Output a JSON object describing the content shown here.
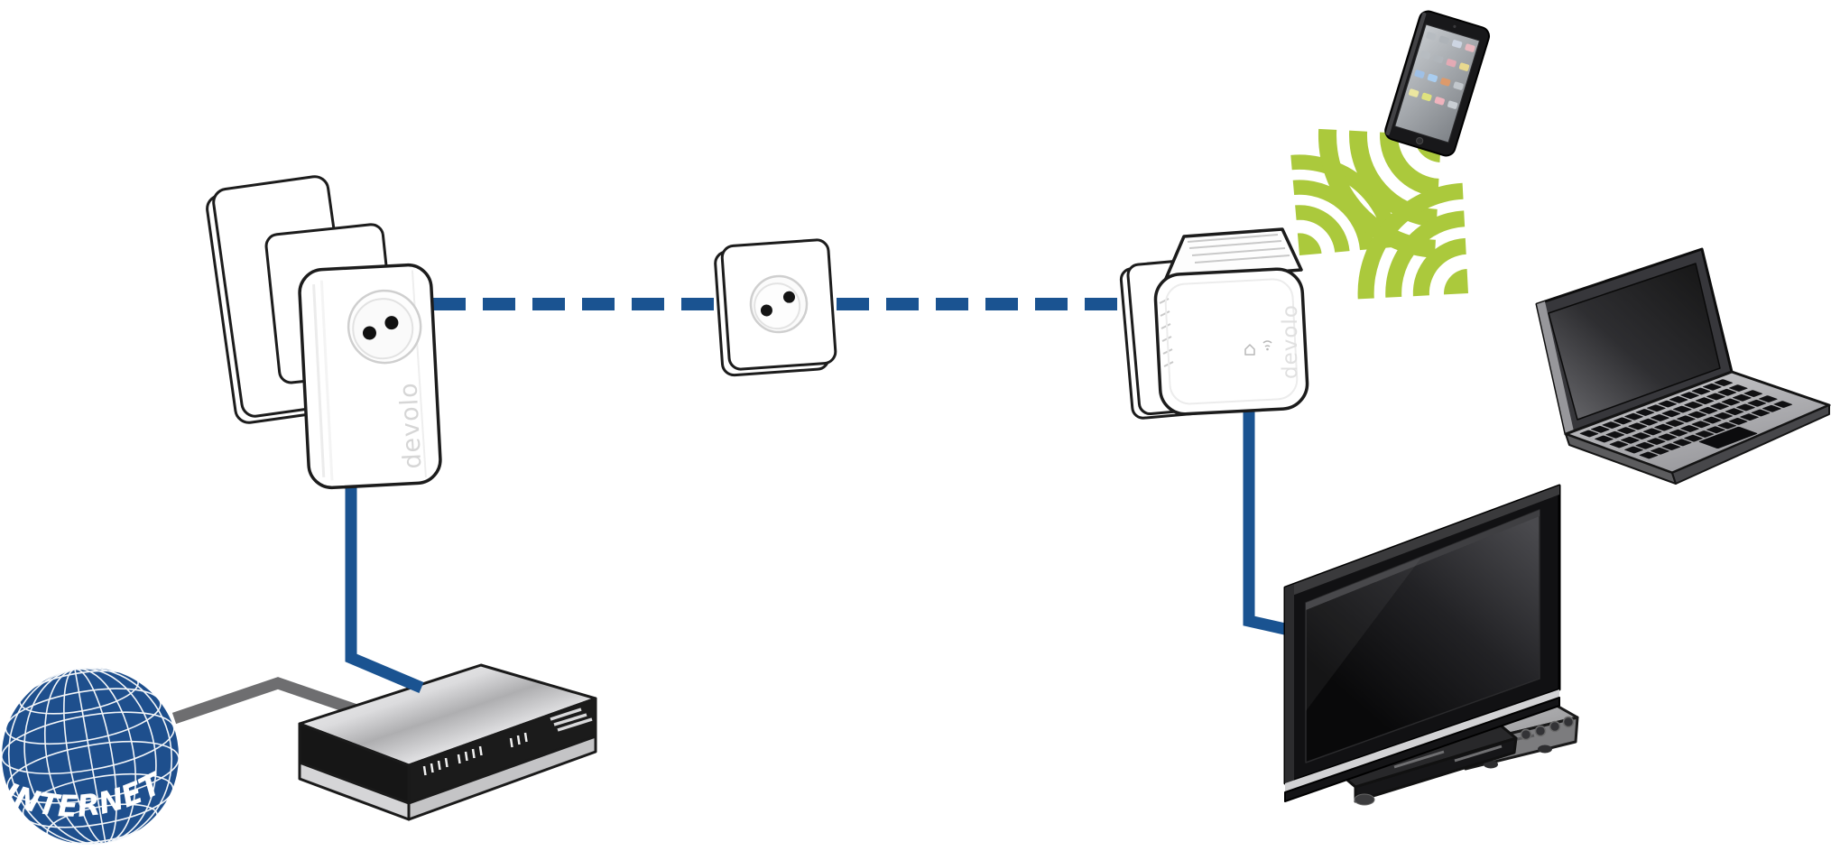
{
  "diagram": {
    "background": "#ffffff",
    "labels": {
      "internet": "INTERNET",
      "brand_left": "devolo",
      "brand_right": "devolo"
    },
    "colors": {
      "line_blue": "#1a5391",
      "wifi_green": "#abc93c",
      "globe_blue": "#1e4f8d",
      "cable_gray": "#6e6e70",
      "outline": "#1c1c1c"
    },
    "nodes": [
      {
        "id": "internet",
        "label": "INTERNET",
        "kind": "internet-globe"
      },
      {
        "id": "router",
        "kind": "router-modem"
      },
      {
        "id": "adapter-left",
        "brand": "devolo",
        "kind": "powerline-adapter-with-socket"
      },
      {
        "id": "wall-outlet",
        "kind": "power-outlet"
      },
      {
        "id": "adapter-right",
        "brand": "devolo",
        "kind": "powerline-wifi-adapter"
      },
      {
        "id": "tablet",
        "kind": "tablet"
      },
      {
        "id": "laptop",
        "kind": "laptop"
      },
      {
        "id": "tv",
        "kind": "television-with-media-player"
      }
    ],
    "connections": [
      {
        "from": "internet",
        "to": "router",
        "style": "solid-gray-cable"
      },
      {
        "from": "router",
        "to": "adapter-left",
        "style": "solid-blue-ethernet"
      },
      {
        "from": "adapter-left",
        "to": "wall-outlet",
        "style": "dashed-blue-powerline"
      },
      {
        "from": "wall-outlet",
        "to": "adapter-right",
        "style": "dashed-blue-powerline"
      },
      {
        "from": "adapter-right",
        "to": "tv",
        "style": "solid-blue-ethernet"
      },
      {
        "from": "adapter-right",
        "to": "tablet",
        "style": "wifi-signal"
      },
      {
        "from": "adapter-right",
        "to": "laptop",
        "style": "wifi-signal"
      }
    ],
    "tablet": {
      "app_icon_colors": [
        "#b7bcc1",
        "#aeb3b8",
        "#cdd5e2",
        "#e9b9c0",
        "#b7bcc1",
        "#b0b5ba",
        "#e3aab4",
        "#e8d98f",
        "#9fc0e6",
        "#a9cdf0",
        "#dd9a6b",
        "#c2c7cc",
        "#ece6a0",
        "#dfe27e",
        "#efb3bd",
        "#c9ced3"
      ]
    }
  }
}
